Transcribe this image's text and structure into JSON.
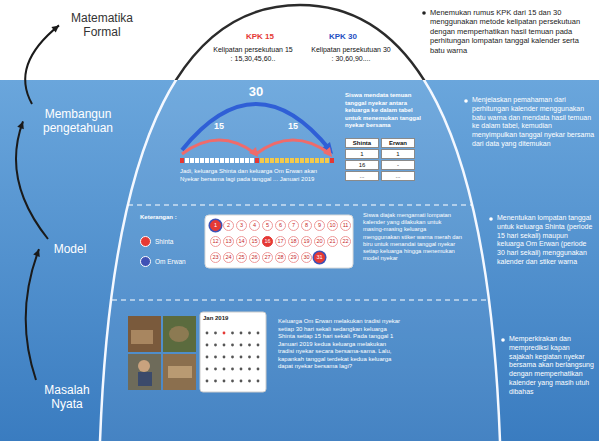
{
  "diagram": {
    "nodes": [
      {
        "text": [
          "Matematika Formal"
        ]
      },
      {
        "text": [
          "Membangun pengetahuan"
        ]
      },
      {
        "text": [
          "Model"
        ]
      },
      {
        "text": [
          "Masalah Nyata"
        ]
      }
    ],
    "edges": [
      {
        "from": 3,
        "to": 2,
        "arrow": "to"
      },
      {
        "from": 2,
        "to": 1,
        "arrow": "to"
      },
      {
        "from": 1,
        "to": 0,
        "arrow": "to"
      }
    ],
    "labels": [
      "KPK 15",
      "KPK 30",
      "Kelipatan persekutuan 15 : 15,30,45,60..",
      "Kelipatan persekutuan 30 : 30,60,90....",
      "Menemukan rumus KPK dari 15 dan 30 menggunakan metode kelipatan persekutuan dengan memperhatikan hasil temuan pada perhitungan lompatan tanggal kalender serta batu warna",
      "30",
      "15",
      "15",
      "Siswa mendata temuan tanggal nyekar antara keluarga ke dalam tabel untuk menemukan tanggal nyekar bersama",
      "Menjelaskan pemahaman dari perhitungan kalender menggunakan batu warna dan mendata hasil temuan ke dalam tabel, kemudian menyimpulkan tanggal nyekar bersama dari data yang ditemukan",
      "Shinta",
      "Erwan",
      "1",
      "1",
      "16",
      "-",
      "...",
      "...",
      "Jadi, keluarga Shinta dan keluarga Om Erwan akan Nyekar bersama lagi pada tanggal ... Januari 2019",
      "Keterangan :",
      "1",
      "2",
      "3",
      "4",
      "5",
      "6",
      "7",
      "8",
      "9",
      "10",
      "11",
      "12",
      "13",
      "14",
      "15",
      "16",
      "17",
      "18",
      "19",
      "20",
      "21",
      "22",
      "23",
      "24",
      "25",
      "26",
      "27",
      "28",
      "29",
      "30",
      "31",
      "Siswa diajak mengamati lompatan kalender yang dilakukan untuk masing-masing keluarga menggunakan stiker warna merah dan biru untuk menandai tanggal nyekar setiap keluarga hingga menemukan model nyekar",
      "Menentukan lompatan tanggal untuk keluarga Shinta (periode 15 hari sekali) maupun keluarga Om Erwan (periode 30 hari sekali) menggunakan kalender dan stiker warna",
      "Jan 2019",
      "Keluarga Om Erwan melakukan tradisi nyekar setiap 30 hari sekali sedangkan keluarga Shinta setiap 15 hari sekali. Pada tanggal 1 Januari 2019 kedua keluarga melakukan tradisi nyekar secara bersama-sama. Lalu, kapankah tanggal terdekat kedua keluarga dapat nyekar bersama lagi?",
      "Memperkirakan dan memprediksi kapan sajakah kegiatan nyekar bersama akan berlangsung dengan memperhatikan kalender yang masih utuh dibahas"
    ],
    "legend": [
      {
        "text": "Shinta",
        "color": "#e53935"
      },
      {
        "text": "Om Erwan",
        "color": "#3f51b5"
      }
    ]
  }
}
